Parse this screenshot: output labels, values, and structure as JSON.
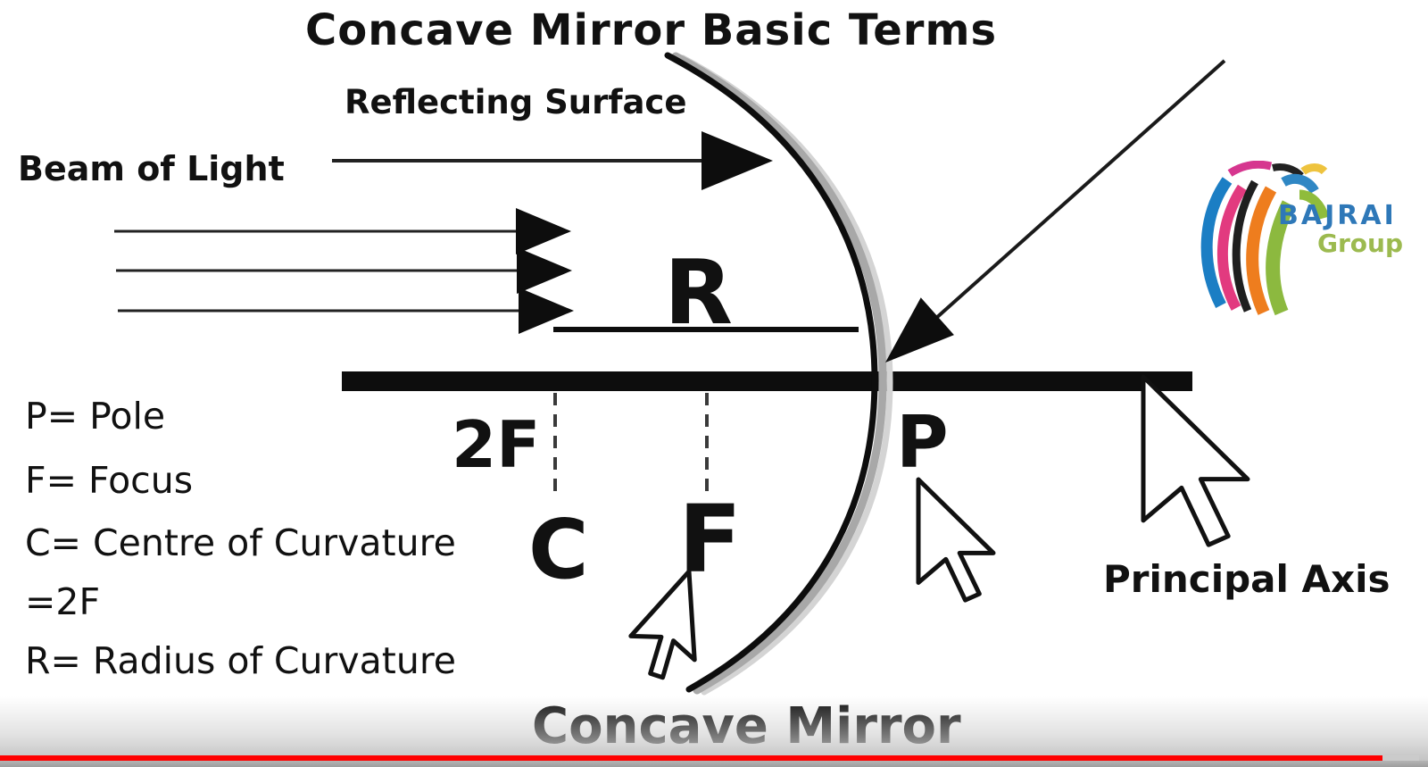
{
  "title": "Concave Mirror Basic Terms",
  "diagram": {
    "reflecting_surface_label": "Reflecting Surface",
    "beam_of_light_label": "Beam of Light",
    "radius_label": "R",
    "two_f_label": "2F",
    "centre_label": "C",
    "focus_label": "F",
    "pole_label": "P",
    "principal_axis_label": "Principal Axis",
    "mirror_caption": "Concave Mirror"
  },
  "definitions": [
    "P= Pole",
    "F= Focus",
    "C= Centre of Curvature",
    "=2F",
    "R= Radius of Curvature"
  ],
  "logo": {
    "name": "BAJRAI",
    "subtitle": "Group",
    "name_color": "#2e78b8",
    "subtitle_color": "#9cba4f"
  },
  "player": {
    "progress_color": "#ff0000",
    "progress_percent": 97
  },
  "icons": {
    "cursor": "mouse-pointer",
    "arrowhead": "solid-right-arrowhead"
  },
  "colors": {
    "ink": "#111111",
    "mirror_backing": "#a8a8a8",
    "background": "#ffffff"
  }
}
